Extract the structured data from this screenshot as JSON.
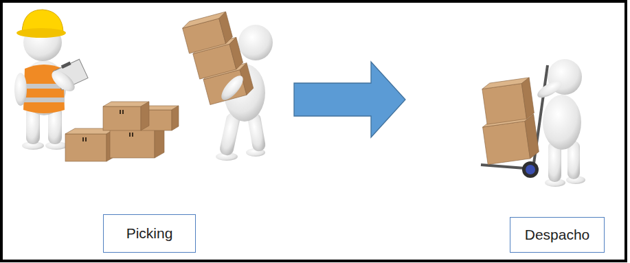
{
  "diagram": {
    "nodes": [
      {
        "text": [
          "Picking"
        ]
      },
      {
        "text": [
          "Despacho"
        ]
      }
    ],
    "edges": [
      {
        "from": 0,
        "to": 1,
        "arrow": "to"
      }
    ]
  }
}
